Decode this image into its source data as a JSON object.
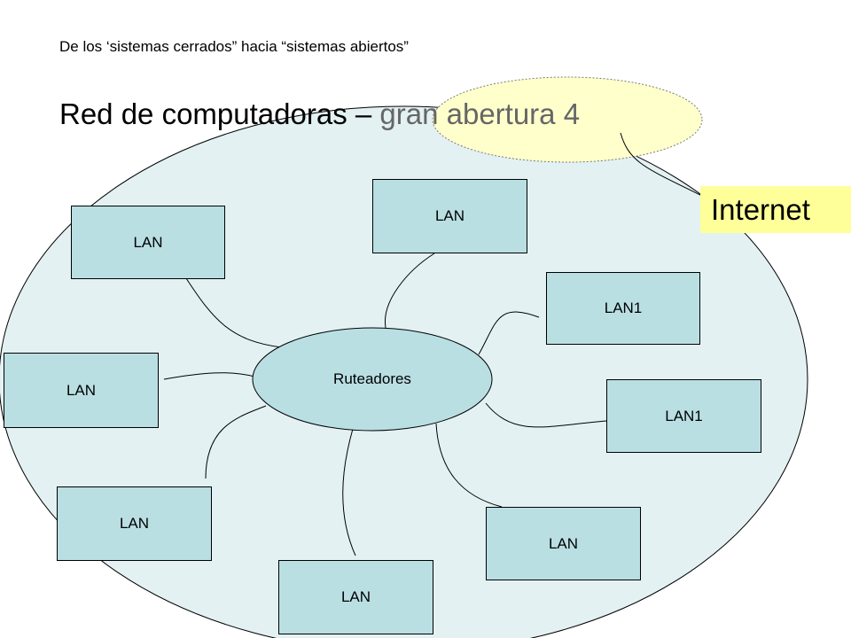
{
  "subtitle": "De los ‘sistemas cerrados” hacia “sistemas abiertos”",
  "title": {
    "part1": "Red de computadoras – ",
    "part2": "gran abertura 4"
  },
  "internet_label": "Internet",
  "router_label": "Ruteadores",
  "lans": [
    {
      "label": "LAN"
    },
    {
      "label": "LAN"
    },
    {
      "label": "LAN1"
    },
    {
      "label": "LAN"
    },
    {
      "label": "LAN1"
    },
    {
      "label": "LAN"
    },
    {
      "label": "LAN"
    },
    {
      "label": "LAN"
    }
  ],
  "colors": {
    "network_fill": "#e3f1f3",
    "lan_fill": "#b9dfe3",
    "router_fill": "#b9dfe3",
    "internet_oval_fill": "#ffffcc",
    "internet_label_fill": "#ffff99"
  }
}
